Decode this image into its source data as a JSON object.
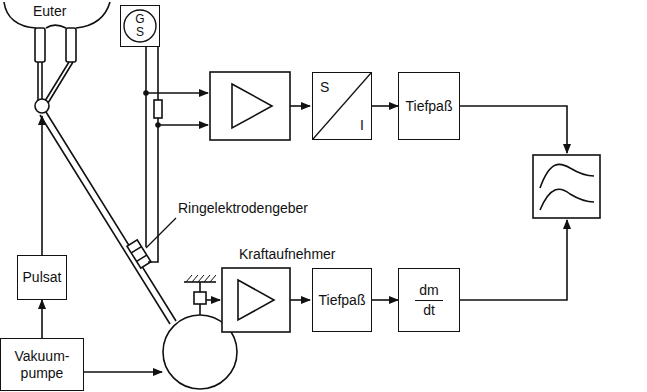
{
  "diagram": {
    "nodes": [
      {
        "text": [
          "G",
          "S"
        ]
      },
      {
        "text": [
          "S",
          "I"
        ]
      },
      {
        "text": [
          "Tiefpaß"
        ]
      },
      {
        "text": [
          "Pulsat"
        ]
      },
      {
        "text": [
          "Tiefpaß"
        ]
      },
      {
        "text": [
          "dm",
          "dt"
        ]
      },
      {
        "text": [
          "Vakuum- pumpe"
        ]
      }
    ],
    "edges": [
      {
        "from": 6,
        "to": 3,
        "arrow": "to"
      },
      {
        "from": 1,
        "to": 2,
        "arrow": "to"
      },
      {
        "from": 4,
        "to": 5,
        "arrow": "to"
      }
    ],
    "labels": [
      "Euter",
      "Ringelektrodengeber",
      "Kraftaufnehmer"
    ]
  }
}
